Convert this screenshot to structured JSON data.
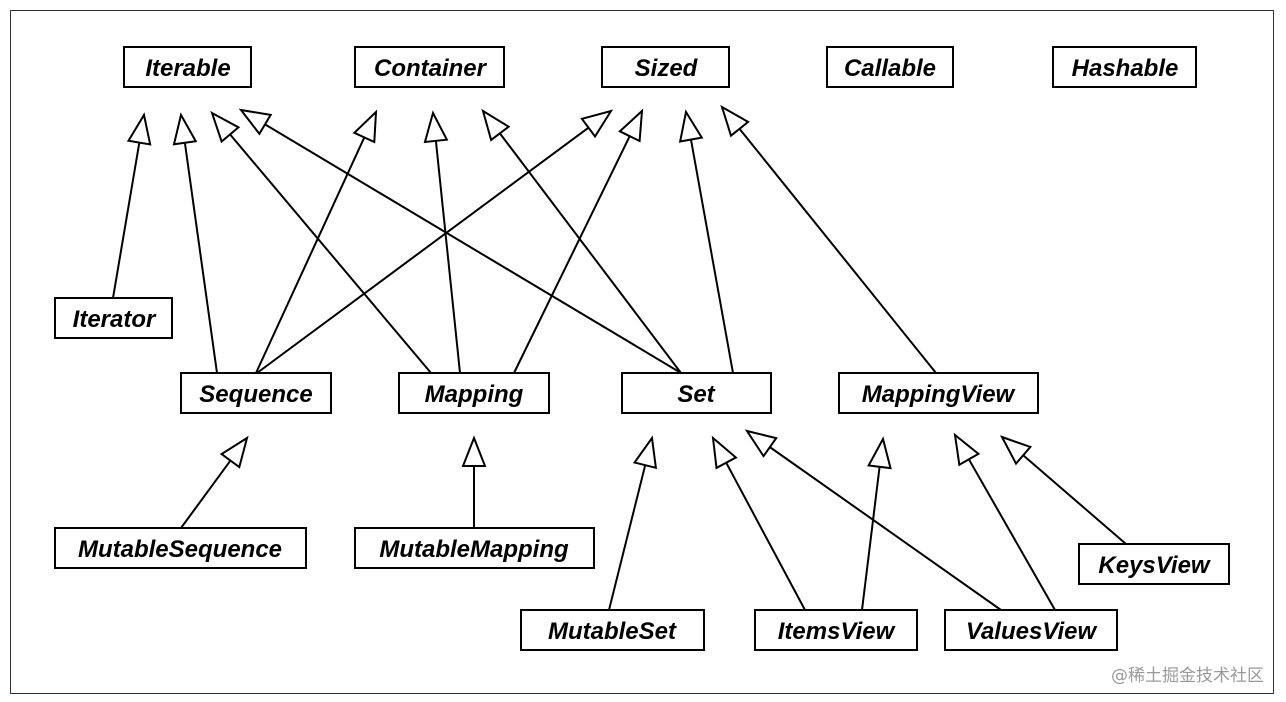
{
  "nodes": {
    "Iterable": "Iterable",
    "Container": "Container",
    "Sized": "Sized",
    "Callable": "Callable",
    "Hashable": "Hashable",
    "Iterator": "Iterator",
    "Sequence": "Sequence",
    "Mapping": "Mapping",
    "Set": "Set",
    "MappingView": "MappingView",
    "MutableSequence": "MutableSequence",
    "MutableMapping": "MutableMapping",
    "MutableSet": "MutableSet",
    "ItemsView": "ItemsView",
    "ValuesView": "ValuesView",
    "KeysView": "KeysView"
  },
  "edges": [
    {
      "from": "Iterator",
      "to": "Iterable"
    },
    {
      "from": "Sequence",
      "to": "Iterable"
    },
    {
      "from": "Sequence",
      "to": "Container"
    },
    {
      "from": "Sequence",
      "to": "Sized"
    },
    {
      "from": "Mapping",
      "to": "Iterable"
    },
    {
      "from": "Mapping",
      "to": "Container"
    },
    {
      "from": "Mapping",
      "to": "Sized"
    },
    {
      "from": "Set",
      "to": "Iterable"
    },
    {
      "from": "Set",
      "to": "Container"
    },
    {
      "from": "Set",
      "to": "Sized"
    },
    {
      "from": "MappingView",
      "to": "Sized"
    },
    {
      "from": "MutableSequence",
      "to": "Sequence"
    },
    {
      "from": "MutableMapping",
      "to": "Mapping"
    },
    {
      "from": "MutableSet",
      "to": "Set"
    },
    {
      "from": "ItemsView",
      "to": "Set"
    },
    {
      "from": "ItemsView",
      "to": "MappingView"
    },
    {
      "from": "ValuesView",
      "to": "Set"
    },
    {
      "from": "ValuesView",
      "to": "MappingView"
    },
    {
      "from": "KeysView",
      "to": "MappingView"
    }
  ],
  "watermark": "@稀土掘金技术社区"
}
